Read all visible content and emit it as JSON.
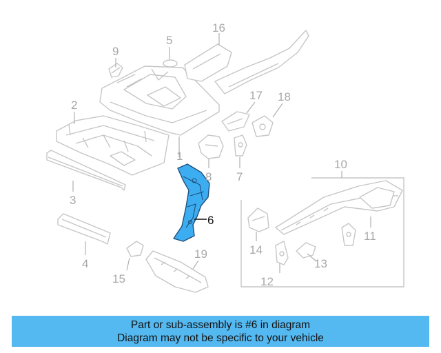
{
  "diagram": {
    "highlight_color": "#3dadf2",
    "highlighted_part": "6",
    "callouts": {
      "c1": "1",
      "c2": "2",
      "c3": "3",
      "c4": "4",
      "c5": "5",
      "c6": "6",
      "c7": "7",
      "c8": "8",
      "c9": "9",
      "c10": "10",
      "c11": "11",
      "c12": "12",
      "c13": "13",
      "c14": "14",
      "c15": "15",
      "c16": "16",
      "c17": "17",
      "c18": "18",
      "c19": "19"
    }
  },
  "banner": {
    "color": "#55b9f1",
    "line1": "Part or sub-assembly is #6 in diagram",
    "line2": "Diagram may not be specific to your vehicle"
  }
}
